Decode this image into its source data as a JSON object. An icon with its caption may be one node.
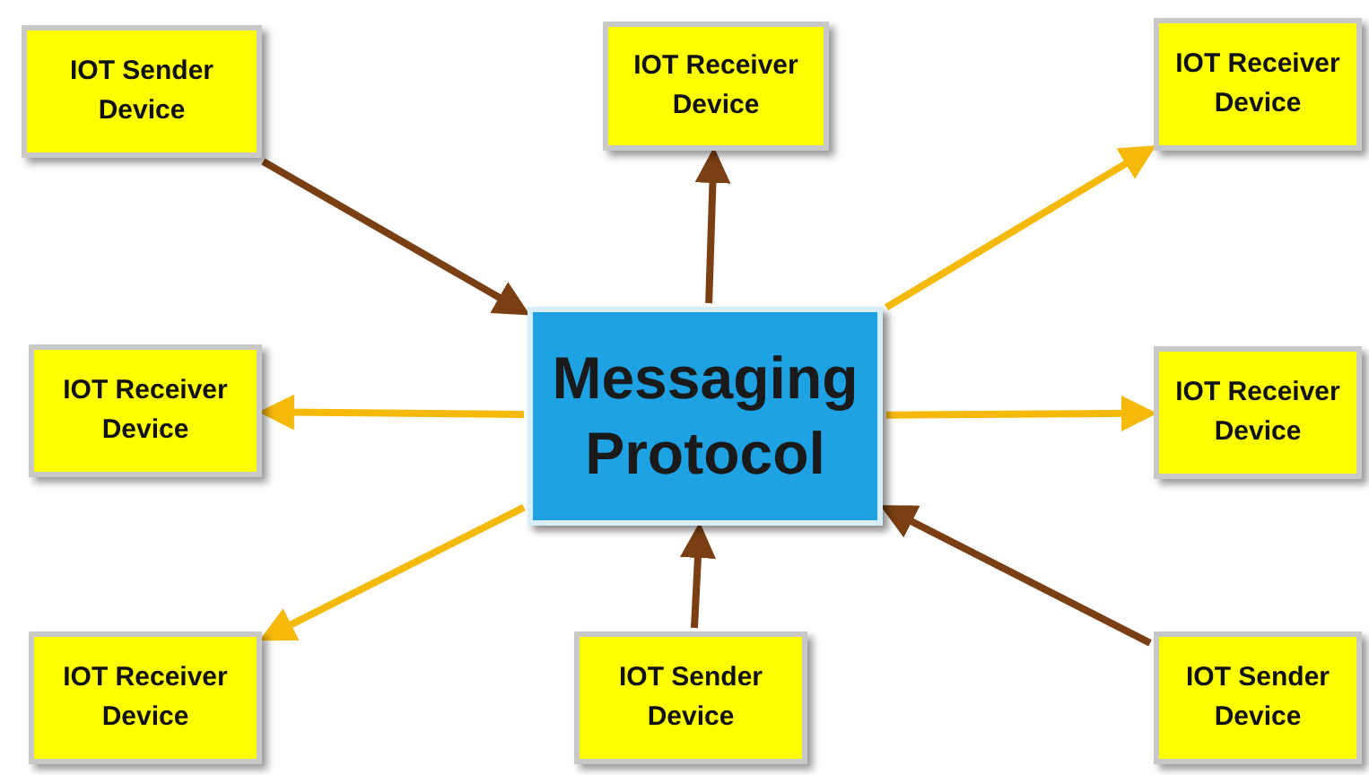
{
  "diagram": {
    "nodes": [
      {
        "text": [
          "IOT Sender Device"
        ]
      },
      {
        "text": [
          "IOT Receiver Device"
        ]
      },
      {
        "text": [
          "IOT Receiver Device"
        ]
      },
      {
        "text": [
          "IOT Receiver Device"
        ]
      },
      {
        "text": [
          "Messaging Protocol"
        ]
      },
      {
        "text": [
          "IOT Receiver Device"
        ]
      },
      {
        "text": [
          "IOT Receiver Device"
        ]
      },
      {
        "text": [
          "IOT Sender Device"
        ]
      },
      {
        "text": [
          "IOT Sender Device"
        ]
      }
    ],
    "edges": [
      {
        "from": 0,
        "to": 4,
        "arrow": "to"
      },
      {
        "from": 4,
        "to": 1,
        "arrow": "to"
      },
      {
        "from": 4,
        "to": 2,
        "arrow": "to",
        "color": "#f5b90a"
      },
      {
        "from": 4,
        "to": 3,
        "arrow": "to",
        "color": "#f5b90a"
      },
      {
        "from": 4,
        "to": 5,
        "arrow": "to",
        "color": "#f5b90a"
      },
      {
        "from": 4,
        "to": 6,
        "arrow": "to",
        "color": "#f5b90a"
      },
      {
        "from": 7,
        "to": 4,
        "arrow": "to"
      },
      {
        "from": 8,
        "to": 4,
        "arrow": "to"
      }
    ]
  }
}
